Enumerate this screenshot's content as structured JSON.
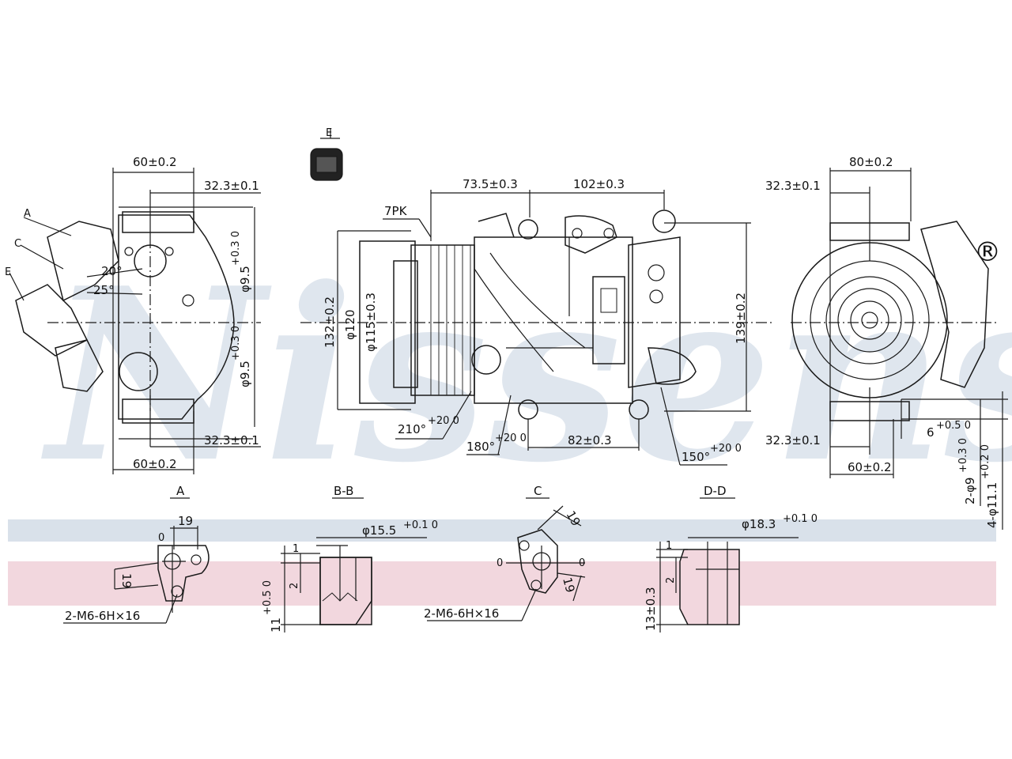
{
  "watermark": {
    "brand": "Nissens",
    "registered_mark": "®"
  },
  "colors": {
    "band_blue": "#d9e1ea",
    "band_pink": "#f2d7de",
    "line": "#1a1a1a",
    "watermark": "#dfe6ee"
  },
  "connector": {
    "label": "E"
  },
  "left_view": {
    "labels": {
      "port_a": "A",
      "port_c": "C",
      "port_e": "E"
    },
    "angles": {
      "a20": "20°",
      "a25": "25°"
    },
    "dims": {
      "top_width": "60±0.2",
      "top_offset": "32.3±0.1",
      "upper_bore": "φ9.5",
      "upper_bore_tol": "+0.3 0",
      "lower_bore": "φ9.5",
      "lower_bore_tol": "+0.3 0",
      "bottom_offset": "32.3±0.1",
      "bottom_width": "60±0.2"
    }
  },
  "front_view": {
    "dims": {
      "dist_a": "73.5±0.3",
      "dist_b": "102±0.3",
      "belt": "7PK",
      "height_left": "132±0.2",
      "pulley_dia": "φ120",
      "inner_dia": "φ115±0.3",
      "height_right": "139±0.2",
      "angle_210": "210°",
      "angle_210_tol": "+20 0",
      "angle_180": "180°",
      "angle_180_tol": "+20 0",
      "dist_82": "82±0.3",
      "angle_150": "150°",
      "angle_150_tol": "+20 0"
    }
  },
  "right_view": {
    "dims": {
      "top_width": "80±0.2",
      "top_offset": "32.3±0.1",
      "bottom_offset": "32.3±0.1",
      "bottom_width": "60±0.2",
      "slot": "6",
      "slot_tol": "+0.5 0",
      "holes_a": "2-φ9",
      "holes_a_tol": "+0.3 0",
      "holes_b": "4-φ11.1",
      "holes_b_tol": "+0.2 0"
    }
  },
  "details": {
    "a": {
      "title": "A",
      "dim_19": "19",
      "dim_19b": "19",
      "dim_0": "0",
      "thread": "2-M6-6H×16"
    },
    "bb": {
      "title": "B-B",
      "bore": "φ15.5",
      "bore_tol": "+0.1 0",
      "dim_1": "1",
      "dim_2": "2",
      "dim_11": "11",
      "dim_11_tol": "+0.5 0"
    },
    "c": {
      "title": "C",
      "dim_19": "19",
      "dim_19b": "19",
      "dim_0a": "0",
      "dim_0b": "0",
      "thread": "2-M6-6H×16"
    },
    "dd": {
      "title": "D-D",
      "bore": "φ18.3",
      "bore_tol": "+0.1 0",
      "dim_1": "1",
      "dim_2": "2",
      "dim_13": "13±0.3"
    }
  }
}
